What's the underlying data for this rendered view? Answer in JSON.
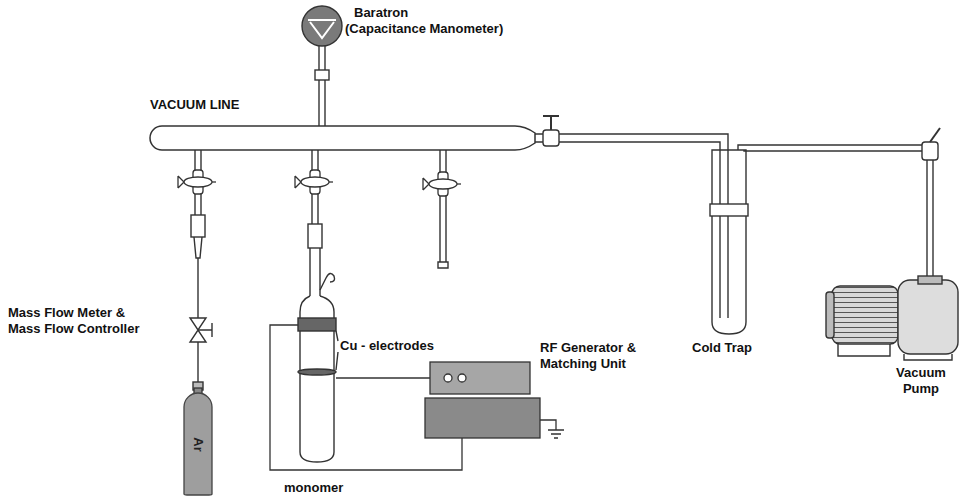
{
  "diagram": {
    "nodes": [
      {
        "text": [
          "Ar"
        ]
      }
    ],
    "labels": [
      "Baratron",
      "(Capacitance Manometer)",
      "VACUUM LINE",
      "Mass Flow Meter & Mass Flow Controller",
      "Cu - electrodes",
      "RF Generator & Matching Unit",
      "Cold Trap",
      "Vacuum Pump",
      "monomer"
    ]
  }
}
